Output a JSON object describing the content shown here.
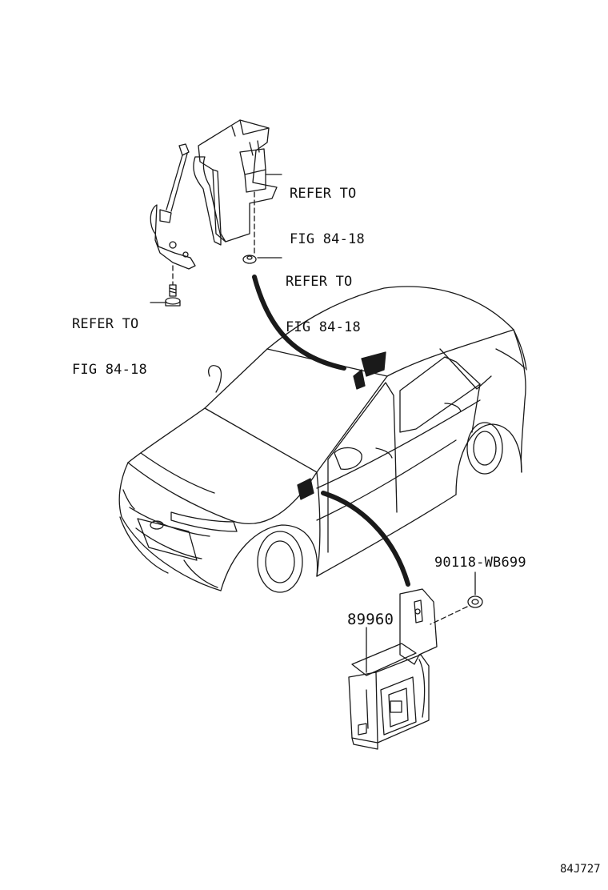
{
  "callouts": {
    "ref_upper": [
      "REFER TO",
      "FIG 84-18"
    ],
    "ref_middle": [
      "REFER TO",
      "FIG 84-18"
    ],
    "ref_left": [
      "REFER TO",
      "FIG 84-18"
    ],
    "nut_part": "90118-WB699",
    "ecu_part": "89960"
  },
  "figure_code": "84J727",
  "colors": {
    "line": "#1a1a1a",
    "background": "#ffffff"
  }
}
